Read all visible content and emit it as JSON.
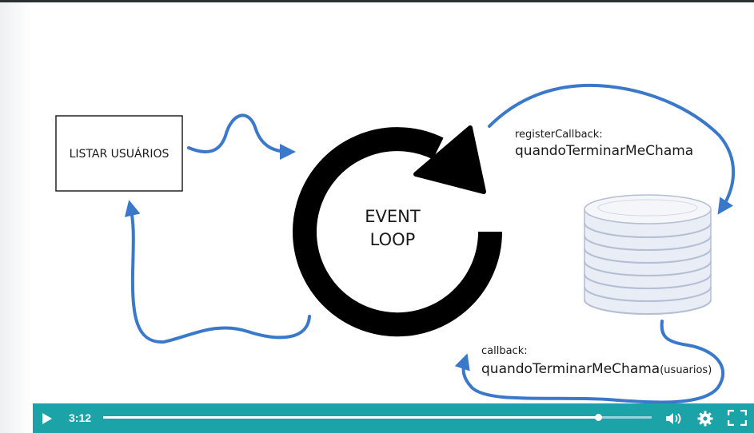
{
  "slide": {
    "box_label": "LISTAR USUÁRIOS",
    "loop_label_line1": "EVENT",
    "loop_label_line2": "LOOP",
    "register_label": "registerCallback:",
    "register_fn": "quandoTerminarMeChama",
    "callback_label": "callback:",
    "callback_fn": "quandoTerminarMeChama",
    "callback_arg": "(usuarios)"
  },
  "player": {
    "current_time": "3:12",
    "progress": 0.903,
    "play_icon": "play-icon",
    "volume_icon": "volume-icon",
    "settings_icon": "gear-icon",
    "fullscreen_icon": "fullscreen-icon",
    "bar_color": "#1ca3a8"
  },
  "colors": {
    "arrow": "#3a78c9",
    "loop": "#000000",
    "disk_fill": "#e9edf5",
    "disk_stroke": "#b4bfd4"
  }
}
